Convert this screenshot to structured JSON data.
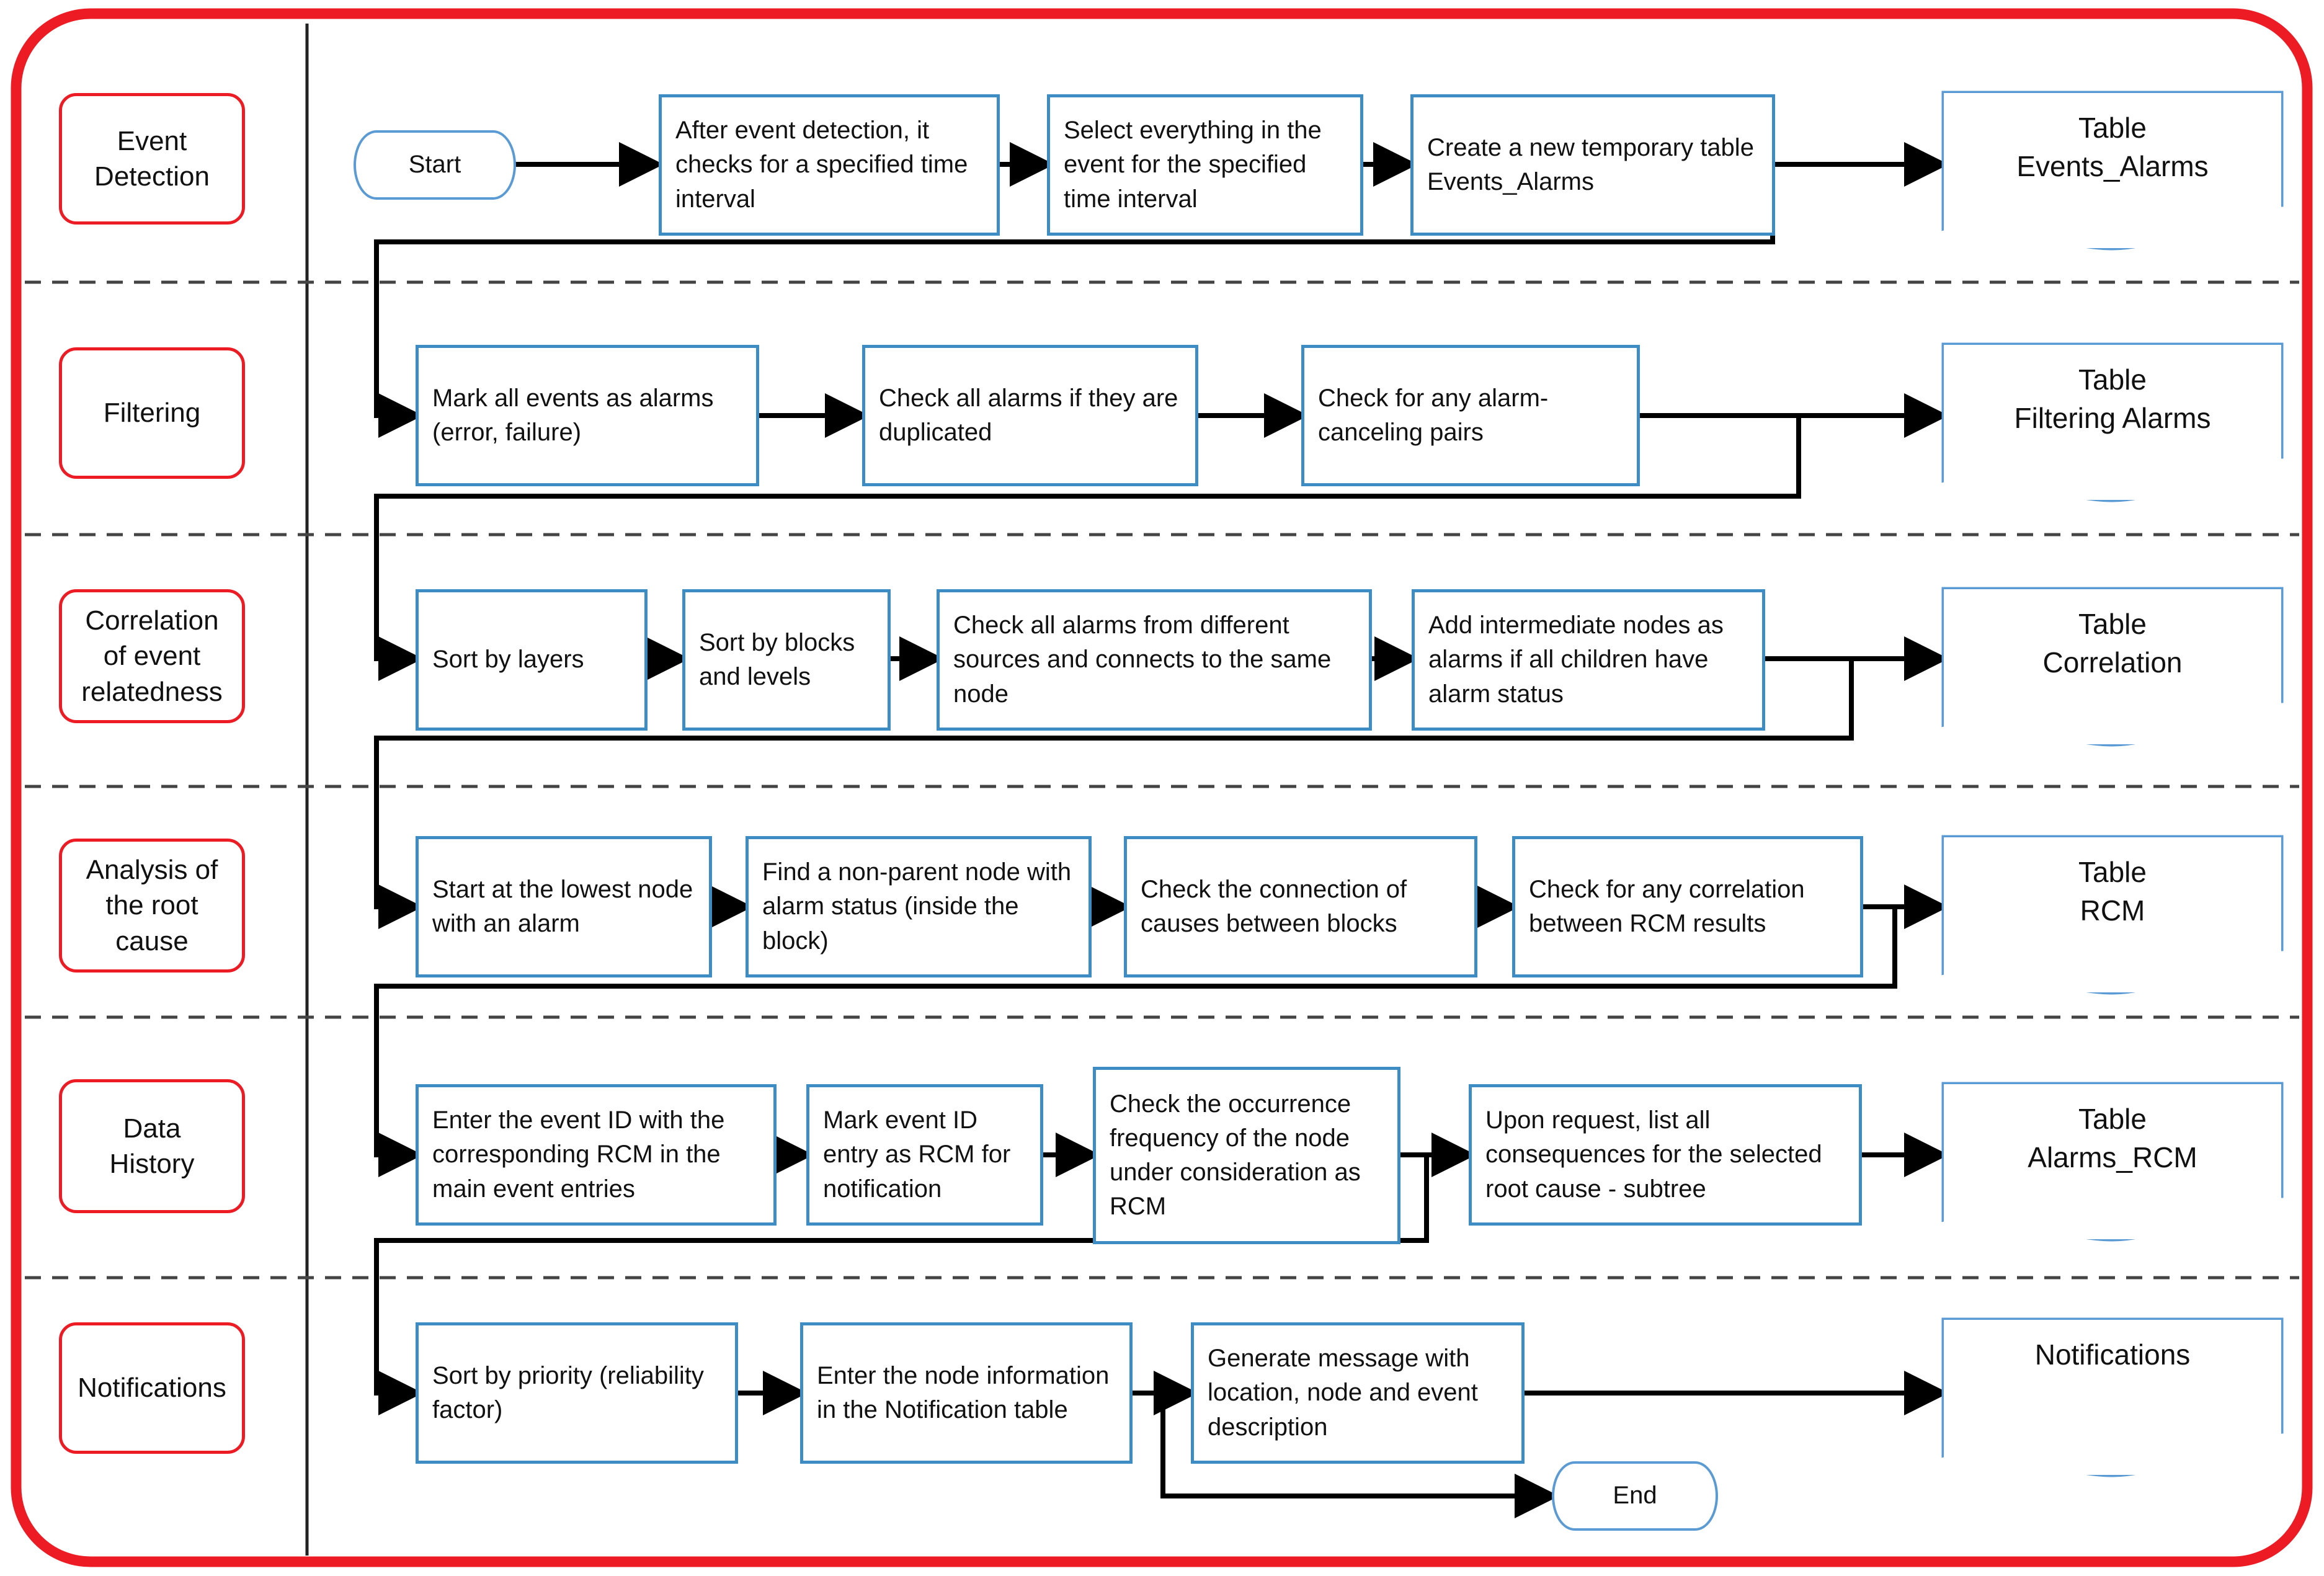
{
  "diagram": {
    "title": "Event processing pipeline swimlane flowchart",
    "colors": {
      "outer_border": "#ed1c24",
      "lane_label_border": "#ed1c24",
      "process_border": "#3e8cc4",
      "terminator_border": "#5b9bd5",
      "document_border": "#5b9bd5",
      "connector": "#000000",
      "lane_divider": "#555555",
      "column_divider": "#222222",
      "text": "#111111",
      "background": "#ffffff"
    }
  },
  "lanes": [
    {
      "id": "event-detection",
      "label": "Event\nDetection"
    },
    {
      "id": "filtering",
      "label": "Filtering"
    },
    {
      "id": "correlation",
      "label": "Correlation\nof event\nrelatedness"
    },
    {
      "id": "root-cause",
      "label": "Analysis of\nthe root\ncause"
    },
    {
      "id": "data-history",
      "label": "Data\nHistory"
    },
    {
      "id": "notifications",
      "label": "Notifications"
    }
  ],
  "nodes": {
    "start": "Start",
    "end": "End",
    "row1": [
      "After event detection, it checks for a specified time interval",
      "Select everything in the event for the specified time interval",
      "Create a new temporary table Events_Alarms"
    ],
    "row1_output": "Table\nEvents_Alarms",
    "row2": [
      "Mark all events as alarms (error, failure)",
      "Check all alarms if they are duplicated",
      "Check for any alarm-canceling pairs"
    ],
    "row2_output": "Table\nFiltering Alarms",
    "row3": [
      "Sort by layers",
      "Sort by blocks and levels",
      "Check all alarms from different sources and connects to the same node",
      "Add intermediate nodes as alarms if all children have alarm status"
    ],
    "row3_output": "Table\nCorrelation",
    "row4": [
      "Start at the lowest node with an alarm",
      "Find a non-parent node with alarm status (inside the block)",
      "Check the connection of causes between blocks",
      "Check for any correlation between RCM results"
    ],
    "row4_output": "Table\nRCM",
    "row5": [
      "Enter the event ID with the corresponding RCM in the main event entries",
      "Mark event ID entry as RCM for notification",
      "Check the occurrence frequency of the node under consideration as RCM",
      "Upon request, list all consequences for the selected root cause - subtree"
    ],
    "row5_output": "Table\nAlarms_RCM",
    "row6": [
      "Sort by priority (reliability factor)",
      "Enter the node information in the Notification table",
      "Generate message with location, node and event description"
    ],
    "row6_output": "Notifications"
  }
}
